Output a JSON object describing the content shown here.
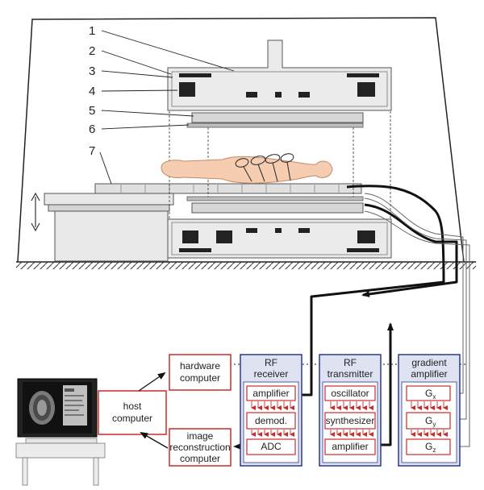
{
  "callouts": [
    "1",
    "2",
    "3",
    "4",
    "5",
    "6",
    "7"
  ],
  "host_computer": {
    "line1": "host",
    "line2": "computer"
  },
  "hardware_computer": {
    "line1": "hardware",
    "line2": "computer"
  },
  "image_reconstruction_computer": {
    "line1": "image",
    "line2": "reconstruction",
    "line3": "computer"
  },
  "rf_receiver": {
    "title_line1": "RF",
    "title_line2": "receiver",
    "modules": [
      "amplifier",
      "demod.",
      "ADC"
    ]
  },
  "rf_transmitter": {
    "title_line1": "RF",
    "title_line2": "transmitter",
    "modules": [
      "oscillator",
      "synthesizer",
      "amplifier"
    ]
  },
  "gradient_amplifier": {
    "title_line1": "gradient",
    "title_line2": "amplifier",
    "modules": [
      {
        "letter": "G",
        "sub": "x"
      },
      {
        "letter": "G",
        "sub": "y"
      },
      {
        "letter": "G",
        "sub": "z"
      }
    ]
  },
  "colors": {
    "module_border": "#cc2b2b",
    "panel_border": "#2b3a8f",
    "panel_fill": "#dfe3f1",
    "magnet_fill": "#ebebeb",
    "cable": "#111111",
    "skin": "#f6cdb0"
  }
}
